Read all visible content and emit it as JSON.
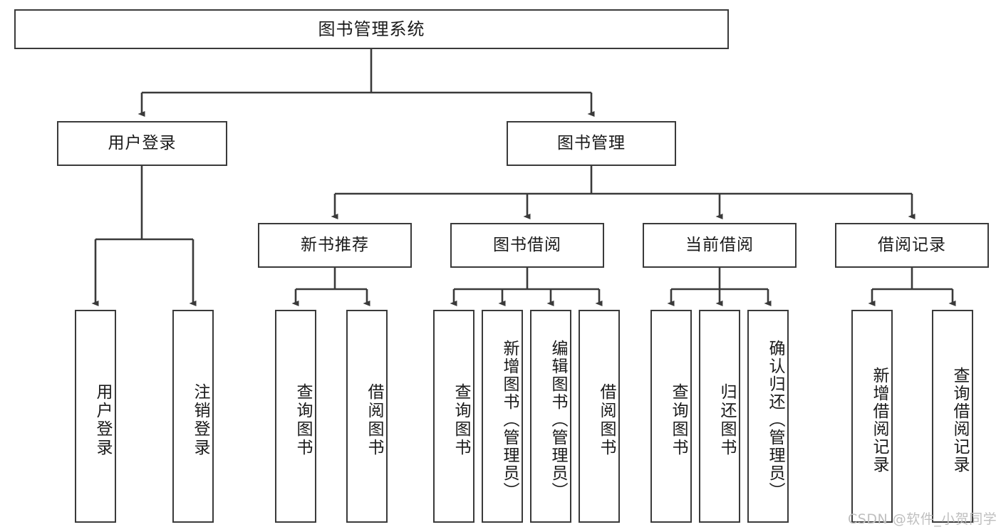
{
  "diagram": {
    "title": "图书管理系统",
    "watermark": "CSDN @软件_小贺同学",
    "root": {
      "label": "图书管理系统"
    },
    "level2": [
      {
        "label": "用户登录"
      },
      {
        "label": "图书管理"
      }
    ],
    "level3": [
      {
        "label": "新书推荐"
      },
      {
        "label": "图书借阅"
      },
      {
        "label": "当前借阅"
      },
      {
        "label": "借阅记录"
      }
    ],
    "leaves": {
      "user_login": [
        {
          "label": "用户登录"
        },
        {
          "label": "注销登录"
        }
      ],
      "new_book": [
        {
          "label": "查询图书"
        },
        {
          "label": "借阅图书"
        }
      ],
      "book_borrow": [
        {
          "label": "查询图书"
        },
        {
          "label": "新增图书（管理员）"
        },
        {
          "label": "编辑图书（管理员）"
        },
        {
          "label": "借阅图书"
        }
      ],
      "current_borrow": [
        {
          "label": "查询图书"
        },
        {
          "label": "归还图书"
        },
        {
          "label": "确认归还（管理员）"
        }
      ],
      "borrow_record": [
        {
          "label": "新增借阅记录"
        },
        {
          "label": "查询借阅记录"
        }
      ]
    }
  }
}
